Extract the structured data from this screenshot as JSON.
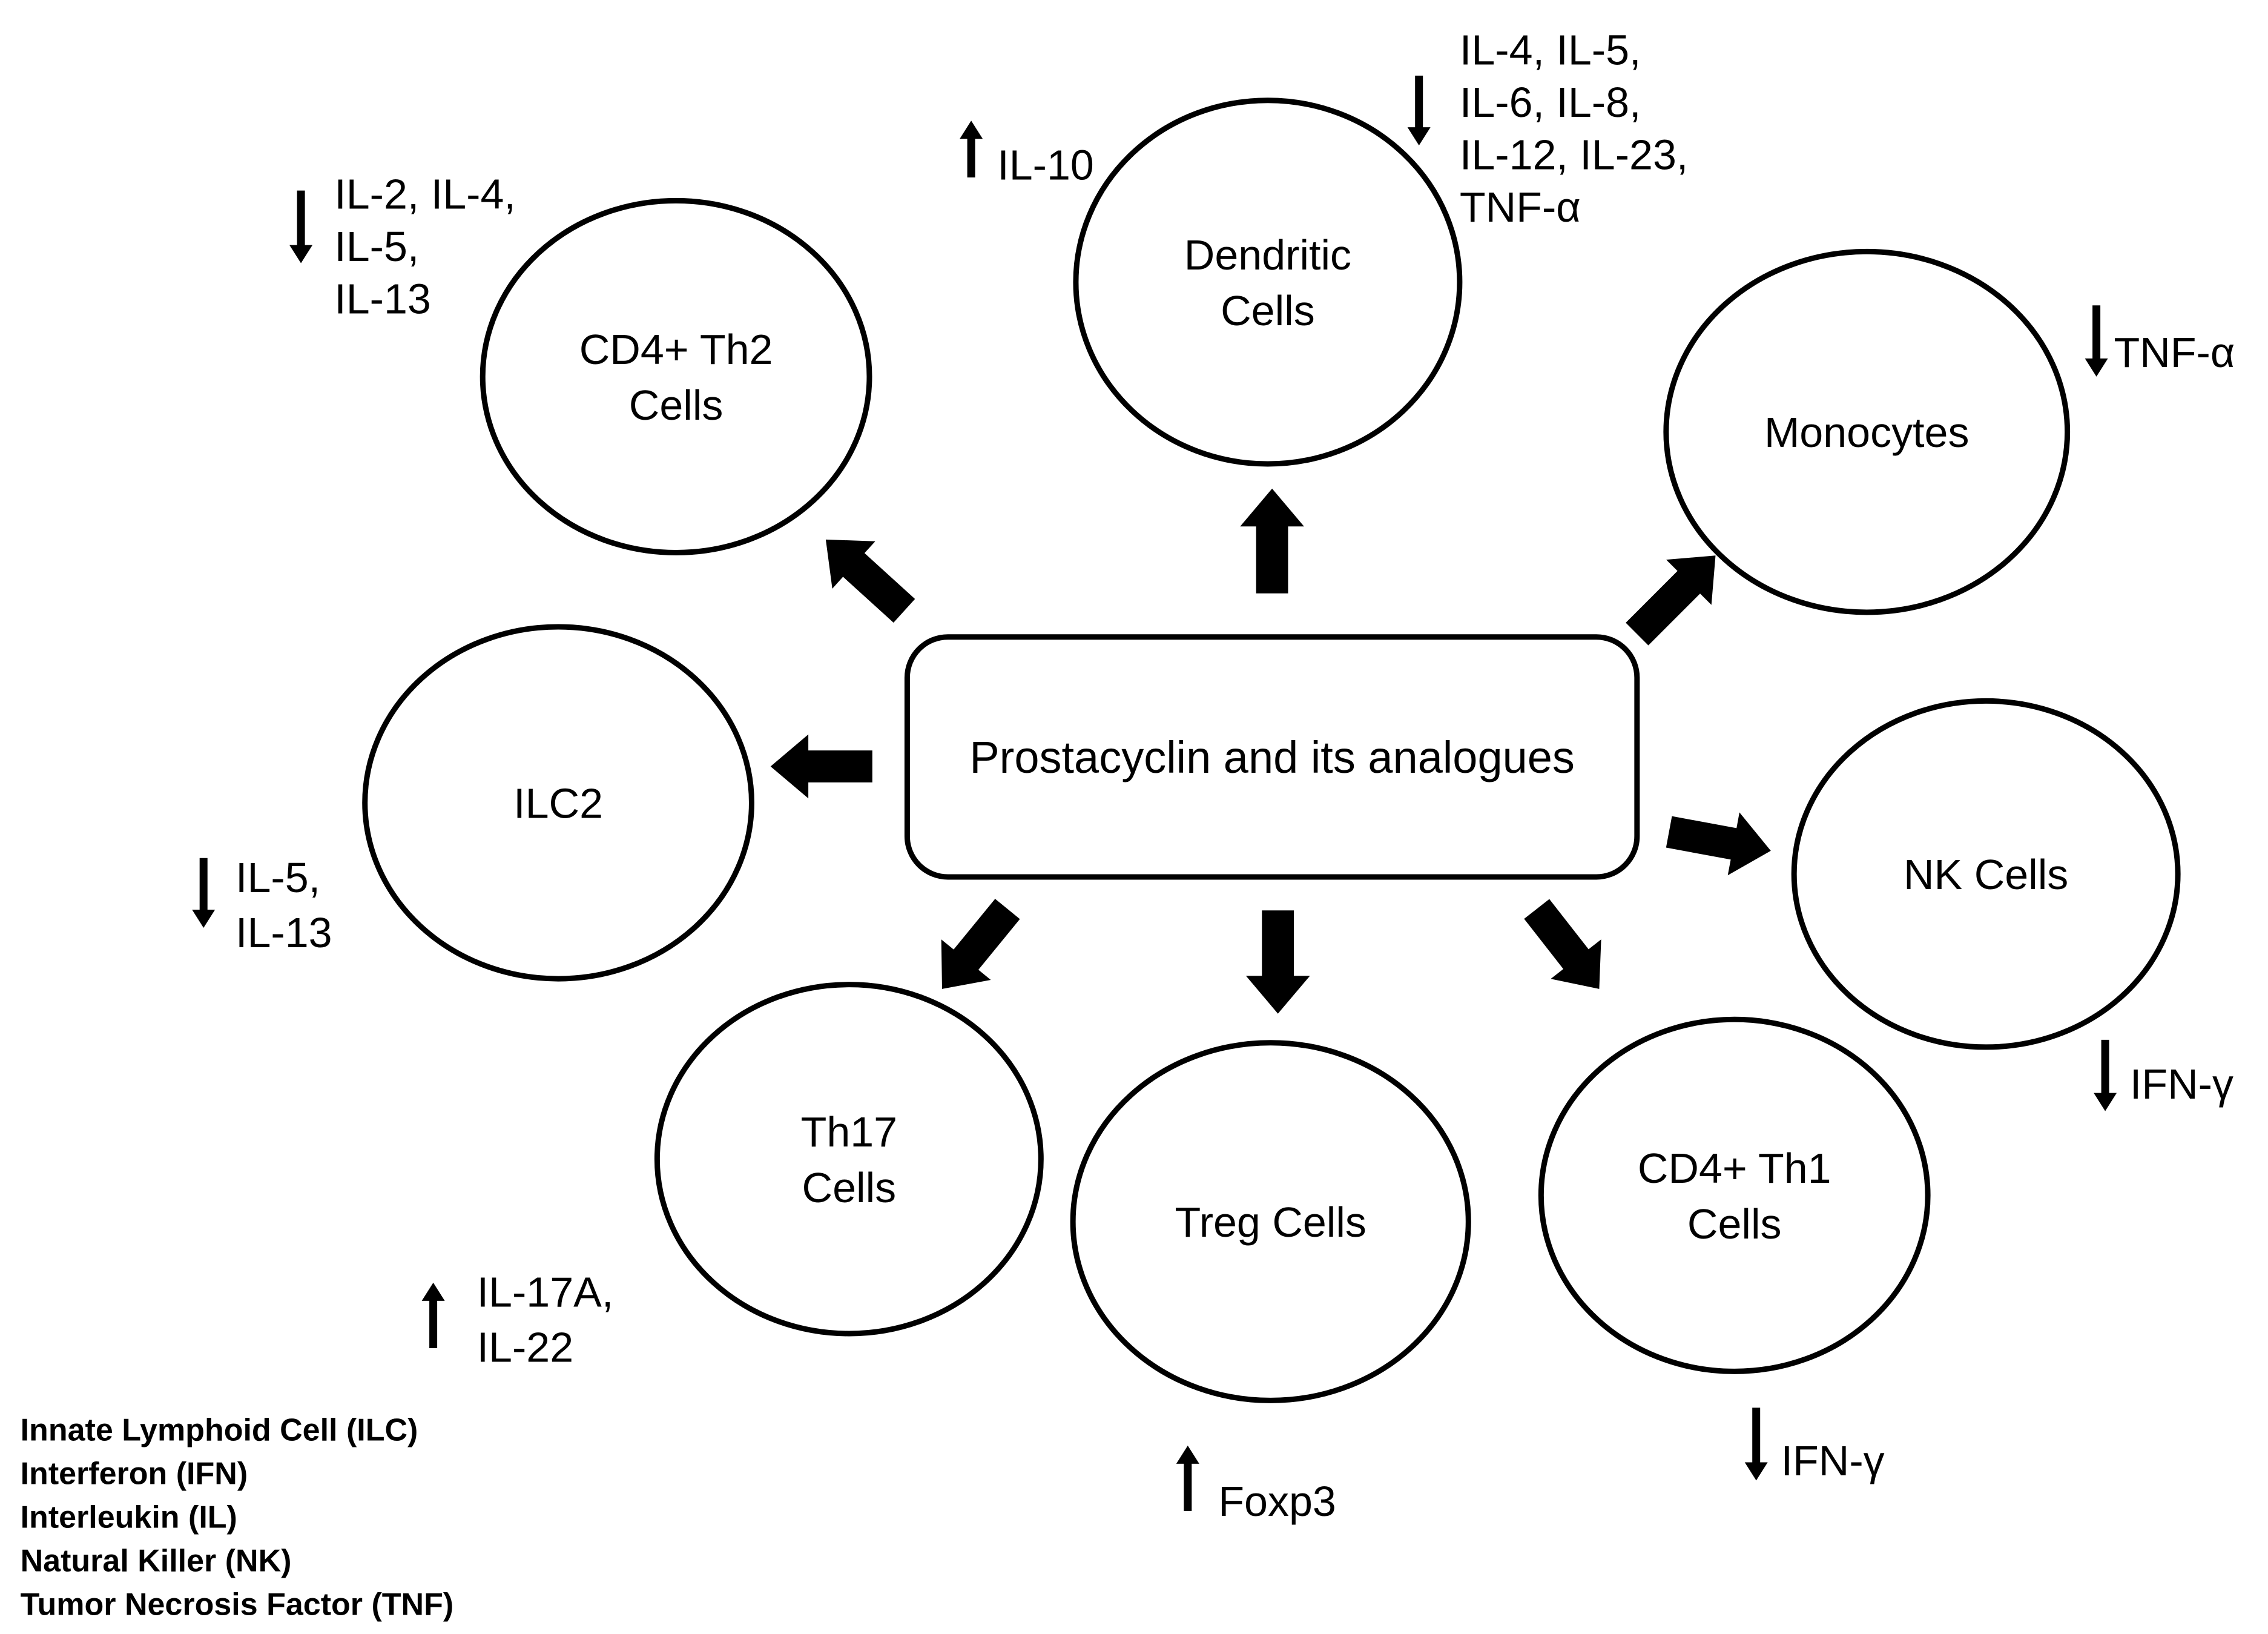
{
  "center": {
    "label": "Prostacyclin and its analogues"
  },
  "cells": [
    {
      "id": "dendritic",
      "label_lines": [
        "Dendritic",
        "Cells"
      ]
    },
    {
      "id": "th2",
      "label_lines": [
        "CD4+ Th2",
        "Cells"
      ]
    },
    {
      "id": "monocytes",
      "label_lines": [
        "Monocytes"
      ]
    },
    {
      "id": "ilc2",
      "label_lines": [
        "ILC2"
      ]
    },
    {
      "id": "nk",
      "label_lines": [
        "NK Cells"
      ]
    },
    {
      "id": "th17",
      "label_lines": [
        "Th17",
        "Cells"
      ]
    },
    {
      "id": "treg",
      "label_lines": [
        "Treg Cells"
      ]
    },
    {
      "id": "th1",
      "label_lines": [
        "CD4+ Th1",
        "Cells"
      ]
    }
  ],
  "cytokine_effects": [
    {
      "cell": "dendritic",
      "direction": "up",
      "lines": [
        "IL-10"
      ]
    },
    {
      "cell": "dendritic",
      "direction": "down",
      "lines": [
        "IL-4, IL-5,",
        "IL-6, IL-8,",
        "IL-12, IL-23,",
        "TNF-α"
      ]
    },
    {
      "cell": "th2",
      "direction": "down",
      "lines": [
        "IL-2, IL-4,",
        "IL-5,",
        "IL-13"
      ]
    },
    {
      "cell": "monocytes",
      "direction": "down",
      "lines": [
        "TNF-α"
      ]
    },
    {
      "cell": "ilc2",
      "direction": "down",
      "lines": [
        "IL-5,",
        "IL-13"
      ]
    },
    {
      "cell": "nk",
      "direction": "down",
      "lines": [
        "IFN-γ"
      ]
    },
    {
      "cell": "th17",
      "direction": "up",
      "lines": [
        "IL-17A,",
        "IL-22"
      ]
    },
    {
      "cell": "treg",
      "direction": "up",
      "lines": [
        "Foxp3"
      ]
    },
    {
      "cell": "th1",
      "direction": "down",
      "lines": [
        "IFN-γ"
      ]
    }
  ],
  "legend": [
    "Innate Lymphoid Cell (ILC)",
    "Interferon (IFN)",
    "Interleukin (IL)",
    "Natural Killer (NK)",
    "Tumor Necrosis Factor (TNF)"
  ]
}
